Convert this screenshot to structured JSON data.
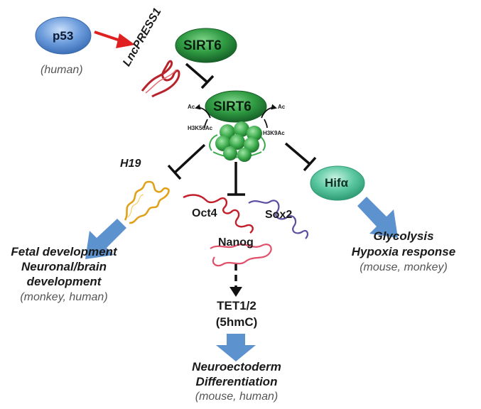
{
  "p53": {
    "label": "p53",
    "species": "(human)"
  },
  "lncpress1": {
    "label": "LncPRESS1"
  },
  "sirt6_top": {
    "label": "SIRT6"
  },
  "sirt6_mid": {
    "label": "SIRT6"
  },
  "acetyl": {
    "left_ac": "Ac",
    "right_ac": "Ac",
    "left_mark": "H3K56Ac",
    "right_mark": "H3K9Ac"
  },
  "h19": {
    "label": "H19"
  },
  "hif": {
    "label": "Hifα"
  },
  "pluripotency": {
    "oct4": "Oct4",
    "sox2": "Sox2",
    "nanog": "Nanog"
  },
  "tet": {
    "line1": "TET1/2",
    "line2": "(5hmC)"
  },
  "fetal": {
    "line1": "Fetal development",
    "line2": "Neuronal/brain",
    "line3": "development",
    "species": "(monkey, human)"
  },
  "glyco": {
    "line1": "Glycolysis",
    "line2": "Hypoxia response",
    "species": "(mouse, monkey)"
  },
  "neuro": {
    "line1": "Neuroectoderm",
    "line2": "Differentiation",
    "species": "(mouse, human)"
  },
  "colors": {
    "p53_blue": "#5b8fd0",
    "sirt6_green": "#2e8b3e",
    "hif_teal": "#4fbf99",
    "arrow_blue": "#4a86c9",
    "arrow_red": "#e02020"
  }
}
